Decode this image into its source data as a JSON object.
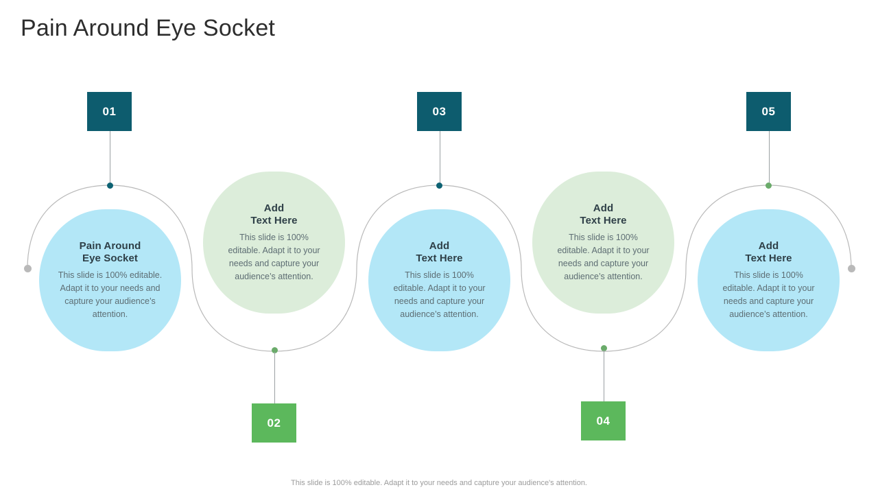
{
  "slide": {
    "title": "Pain Around Eye Socket",
    "footer_note": "This slide is 100% editable. Adapt it to your needs and capture your audience's attention.",
    "body_text": "This slide is 100% editable. Adapt it to your needs and capture your audience’s attention."
  },
  "colors": {
    "teal": "#0d5c6e",
    "green": "#5cb85c",
    "oval_blue": "#b3e7f7",
    "oval_green": "#dcedda",
    "arc_line": "#b8b8b8",
    "heading_text": "#2e3f47",
    "body_text": "#5d6d73",
    "title_text": "#2d2d2d",
    "footer_text": "#9b9b9b",
    "dot_teal": "#0d6273",
    "dot_green": "#6aab6a",
    "end_dot": "#b9b9b9"
  },
  "items": [
    {
      "number": "01",
      "heading_line1": "Pain Around",
      "heading_line2": "Eye Socket",
      "body": "This slide is 100% editable. Adapt it to your needs and capture your audience’s attention.",
      "oval_color": "blue",
      "square_color": "teal",
      "dot_color": "teal",
      "position": "top"
    },
    {
      "number": "02",
      "heading_line1": "Add",
      "heading_line2": "Text Here",
      "body": "This slide is 100% editable. Adapt it to your needs and capture your audience’s attention.",
      "oval_color": "green",
      "square_color": "green",
      "dot_color": "green",
      "position": "bottom"
    },
    {
      "number": "03",
      "heading_line1": "Add",
      "heading_line2": "Text Here",
      "body": "This slide is 100% editable. Adapt it to your needs and capture your audience’s attention.",
      "oval_color": "blue",
      "square_color": "teal",
      "dot_color": "teal",
      "position": "top"
    },
    {
      "number": "04",
      "heading_line1": "Add",
      "heading_line2": "Text Here",
      "body": "This slide is 100% editable. Adapt it to your needs and capture your audience’s attention.",
      "oval_color": "green",
      "square_color": "green",
      "dot_color": "green",
      "position": "bottom"
    },
    {
      "number": "05",
      "heading_line1": "Add",
      "heading_line2": "Text Here",
      "body": "This slide is 100% editable. Adapt it to your needs and capture your audience’s attention.",
      "oval_color": "blue",
      "square_color": "teal",
      "dot_color": "green",
      "position": "top"
    }
  ]
}
